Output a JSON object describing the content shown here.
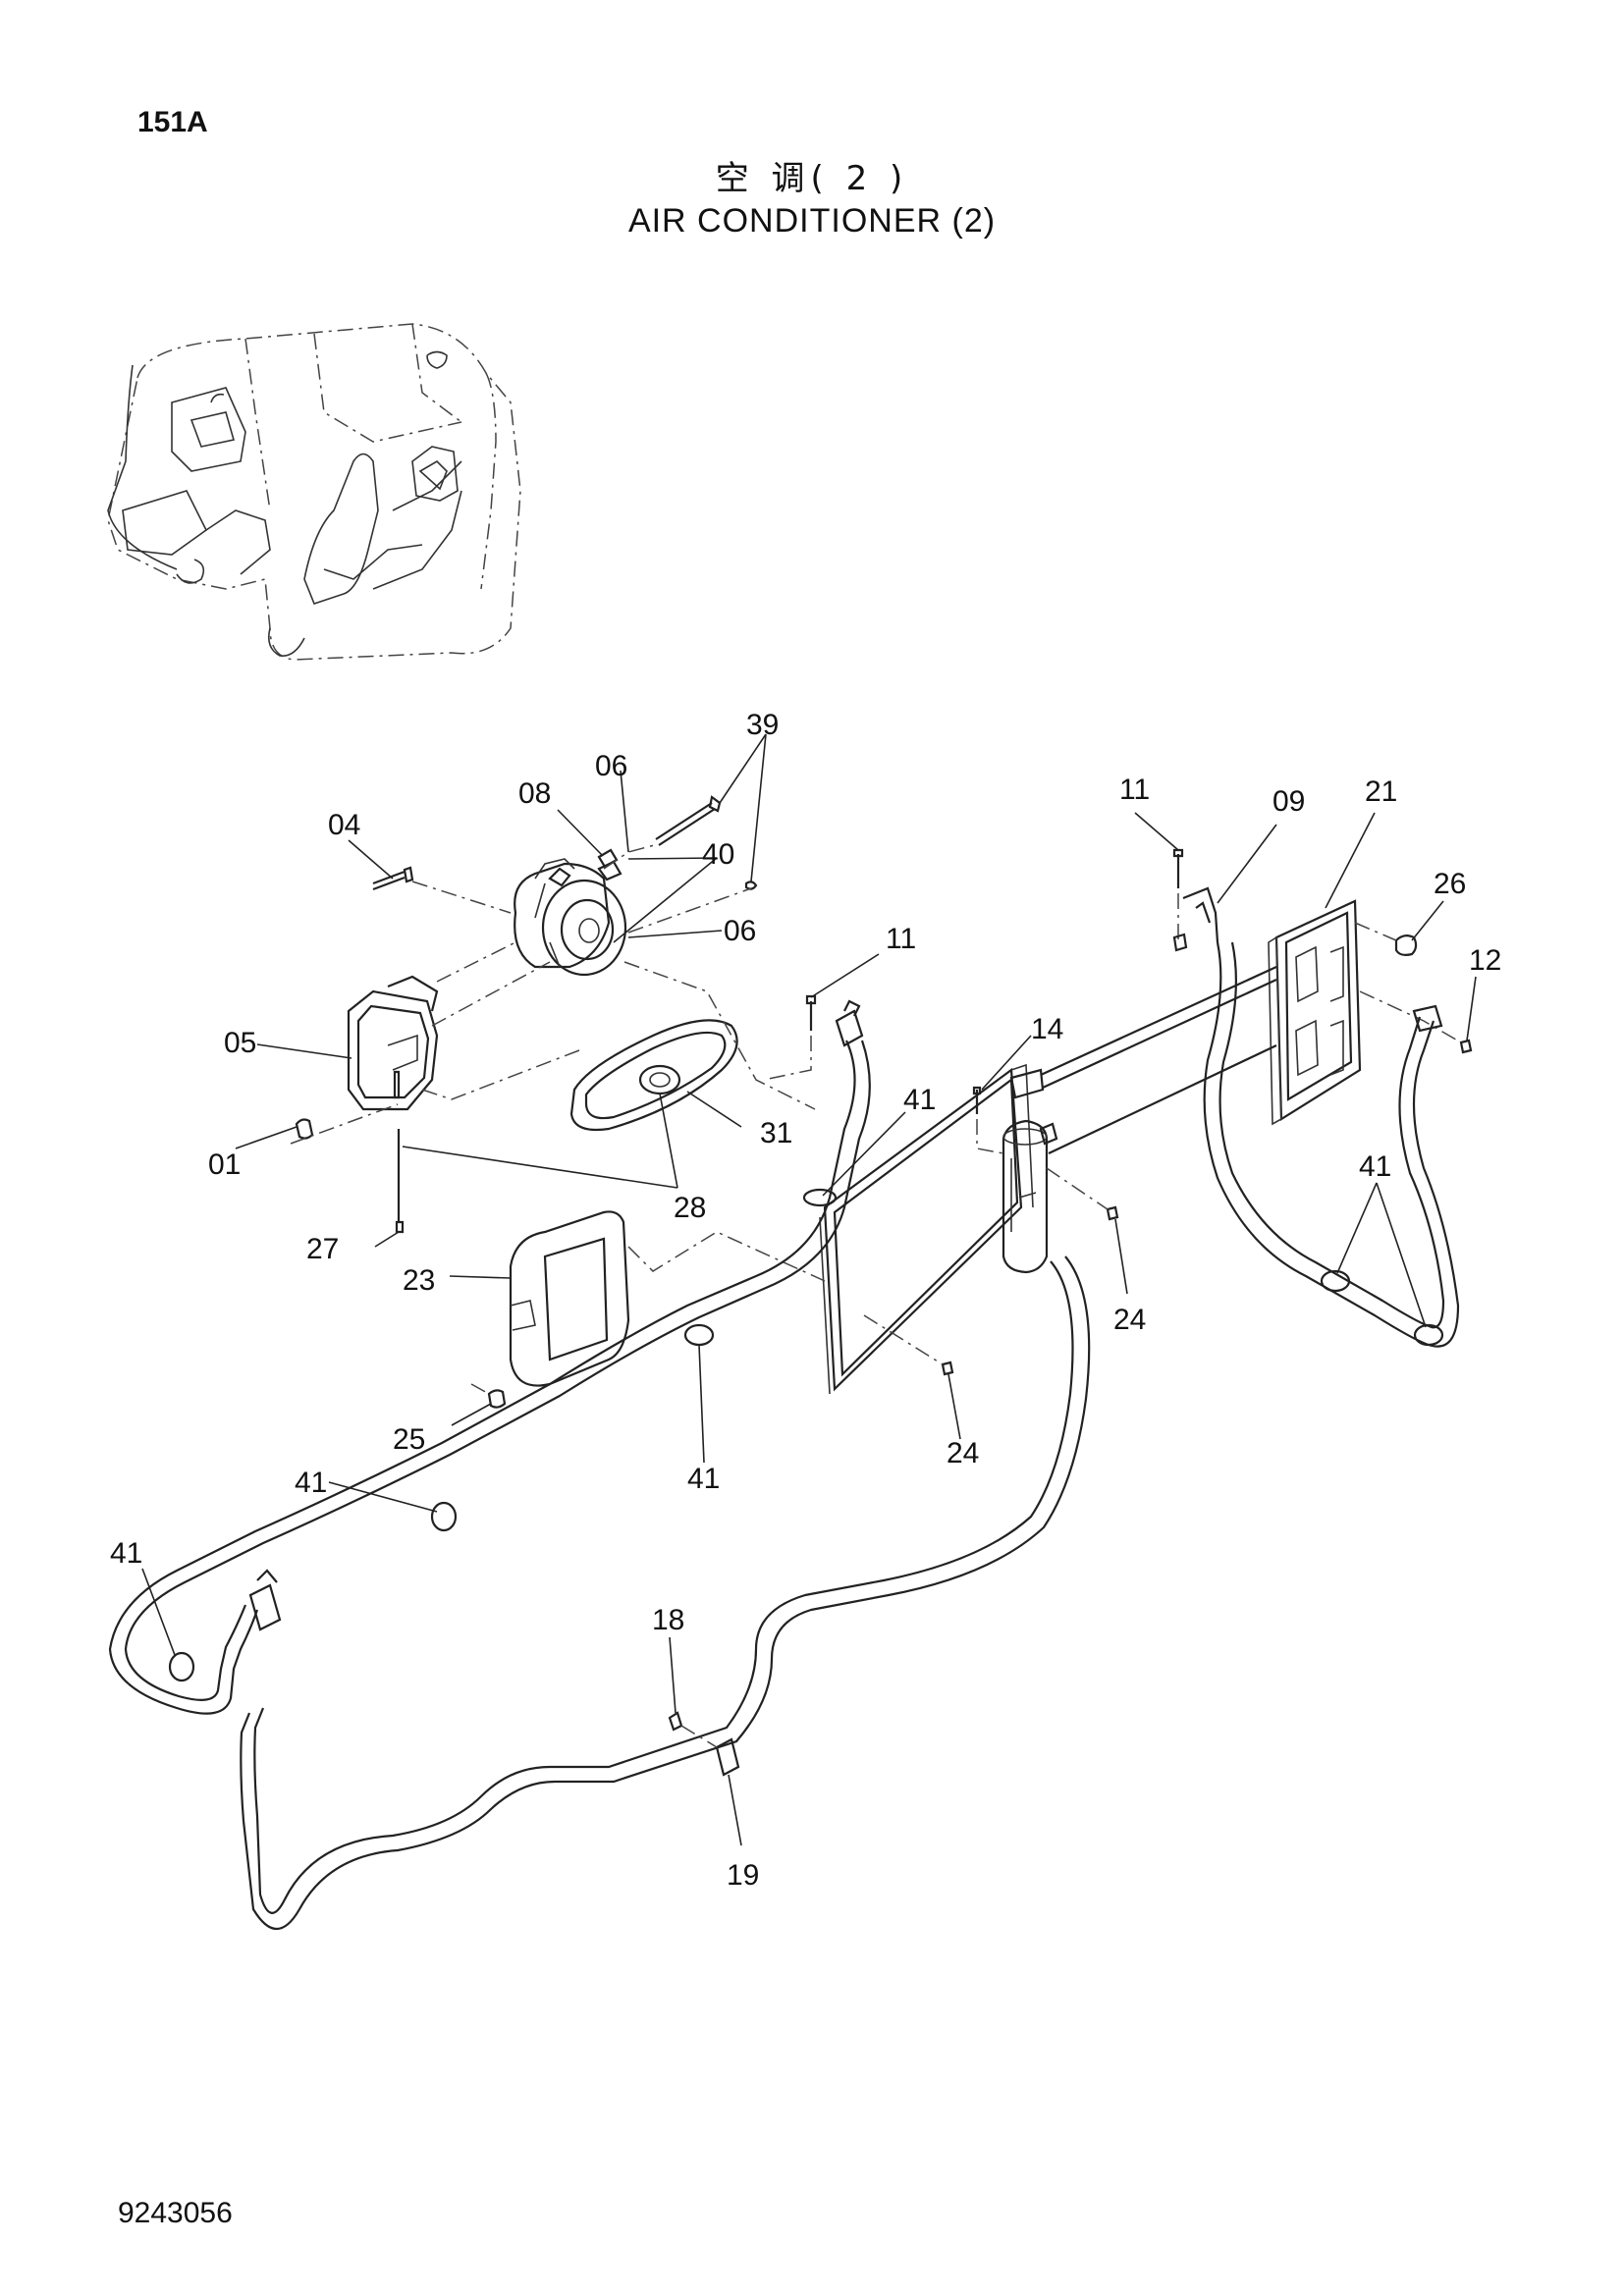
{
  "header": {
    "page_code": "151A",
    "title_cn": "空 调( 2 )",
    "title_en": "AIR CONDITIONER (2)"
  },
  "footer": {
    "doc_number": "9243056"
  },
  "callouts": [
    {
      "id": "39",
      "text": "39"
    },
    {
      "id": "06a",
      "text": "06"
    },
    {
      "id": "08",
      "text": "08"
    },
    {
      "id": "04",
      "text": "04"
    },
    {
      "id": "40",
      "text": "40"
    },
    {
      "id": "06b",
      "text": "06"
    },
    {
      "id": "05",
      "text": "05"
    },
    {
      "id": "01",
      "text": "01"
    },
    {
      "id": "31",
      "text": "31"
    },
    {
      "id": "28",
      "text": "28"
    },
    {
      "id": "27",
      "text": "27"
    },
    {
      "id": "23",
      "text": "23"
    },
    {
      "id": "25",
      "text": "25"
    },
    {
      "id": "11a",
      "text": "11"
    },
    {
      "id": "14",
      "text": "14"
    },
    {
      "id": "41a",
      "text": "41"
    },
    {
      "id": "24a",
      "text": "24"
    },
    {
      "id": "24b",
      "text": "24"
    },
    {
      "id": "41b",
      "text": "41"
    },
    {
      "id": "41c",
      "text": "41"
    },
    {
      "id": "41d",
      "text": "41"
    },
    {
      "id": "18",
      "text": "18"
    },
    {
      "id": "19",
      "text": "19"
    },
    {
      "id": "11b",
      "text": "11"
    },
    {
      "id": "09",
      "text": "09"
    },
    {
      "id": "21",
      "text": "21"
    },
    {
      "id": "26",
      "text": "26"
    },
    {
      "id": "12",
      "text": "12"
    },
    {
      "id": "41e",
      "text": "41"
    }
  ]
}
